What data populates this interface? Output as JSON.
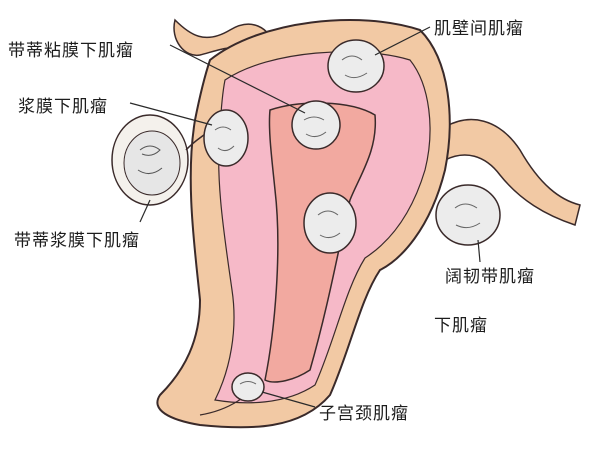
{
  "labels": {
    "pedunculated_submucosal": "带蒂粘膜下肌瘤",
    "subserosal": "浆膜下肌瘤",
    "pedunculated_subserosal": "带蒂浆膜下肌瘤",
    "intramural": "肌壁间肌瘤",
    "broad_ligament": "阔韧带肌瘤",
    "submucosal": "下肌瘤",
    "cervical": "子宫颈肌瘤"
  },
  "colors": {
    "outer_wall": "#f2c9a4",
    "muscle": "#f6b9c8",
    "cavity": "#f2a9a0",
    "fibroid": "#ececec",
    "outline": "#3a2a2a"
  }
}
